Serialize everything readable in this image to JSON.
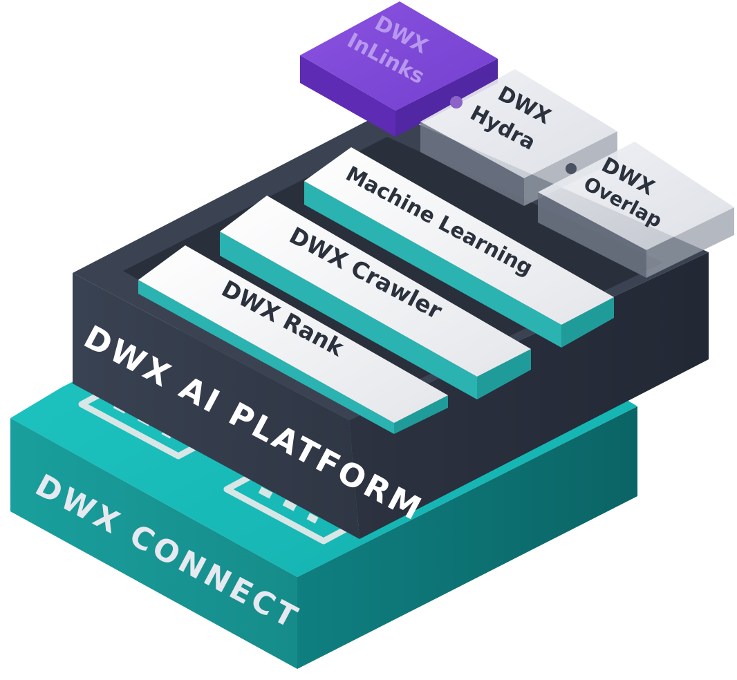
{
  "layers": {
    "connect": {
      "label": "DWX CONNECT",
      "color": "#17b8b6"
    },
    "platform": {
      "label": "DWX AI PLATFORM",
      "color": "#353c4a"
    }
  },
  "modules": [
    {
      "label": "Machine Learning"
    },
    {
      "label": "DWX Crawler"
    },
    {
      "label": "DWX Rank"
    }
  ],
  "addons": {
    "inlinks": {
      "line1": "DWX",
      "line2": "InLinks",
      "color": "#7d45d6"
    },
    "hydra": {
      "line1": "DWX",
      "line2": "Hydra"
    },
    "overlap": {
      "line1": "DWX",
      "line2": "Overlap"
    }
  }
}
